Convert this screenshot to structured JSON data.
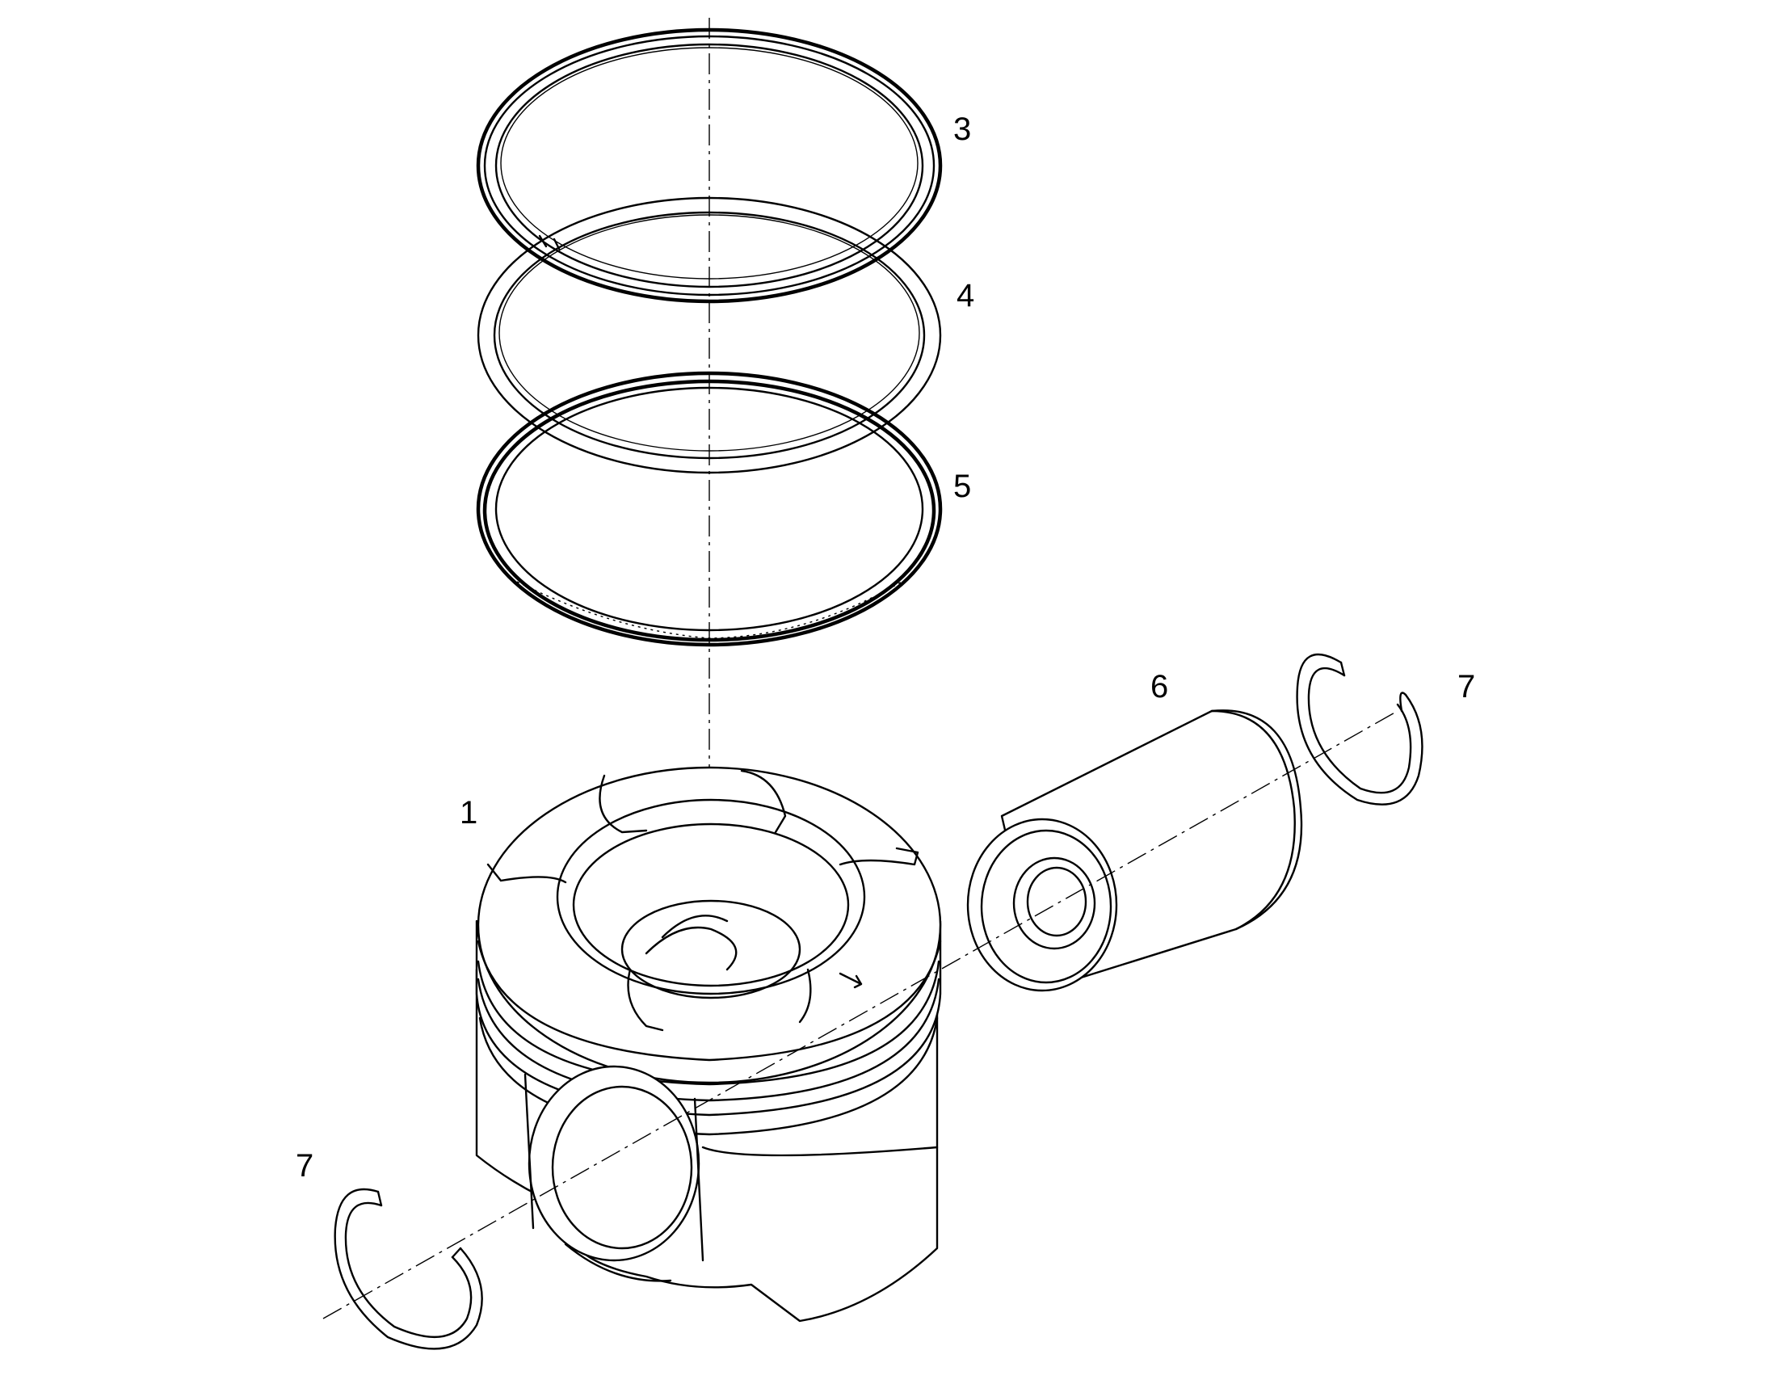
{
  "callouts": {
    "piston": "1",
    "ring_top": "3",
    "ring_middle": "4",
    "ring_oil": "5",
    "piston_pin": "6",
    "circlip_right": "7",
    "circlip_left": "7"
  }
}
